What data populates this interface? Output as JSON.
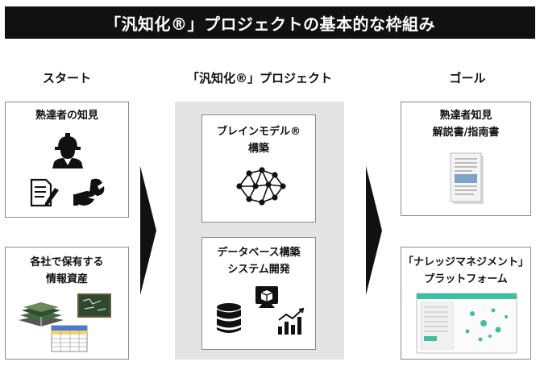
{
  "title": "「汎知化®」プロジェクトの基本的な枠組み",
  "columns": {
    "start": "スタート",
    "project": "「汎知化®」プロジェクト",
    "goal": "ゴール"
  },
  "start_boxes": {
    "expert_knowledge": "熟達者の知見",
    "company_info_line1": "各社で保有する",
    "company_info_line2": "情報資産"
  },
  "project_boxes": {
    "brain_model_line1": "ブレインモデル®",
    "brain_model_line2": "構築",
    "database_line1": "データベース構築",
    "database_line2": "システム開発"
  },
  "goal_boxes": {
    "manual_line1": "熟達者知見",
    "manual_line2": "解説書/指南書",
    "km_line1": "「ナレッジマネジメント」",
    "km_line2": "プラットフォーム"
  },
  "colors": {
    "title_bg": "#111111",
    "panel_bg": "#e4e4e4",
    "box_border": "#8a8a8a",
    "arrow": "#111111",
    "platform_accent": "#3dbfa0"
  },
  "icons": [
    "worker-icon",
    "document-pen-icon",
    "wrench-hand-icon",
    "books-icon",
    "chalkboard-icon",
    "spreadsheet-icon",
    "neural-network-icon",
    "database-icon",
    "cube-screen-icon",
    "bar-chart-icon",
    "manual-document-icon",
    "platform-screen-icon"
  ]
}
